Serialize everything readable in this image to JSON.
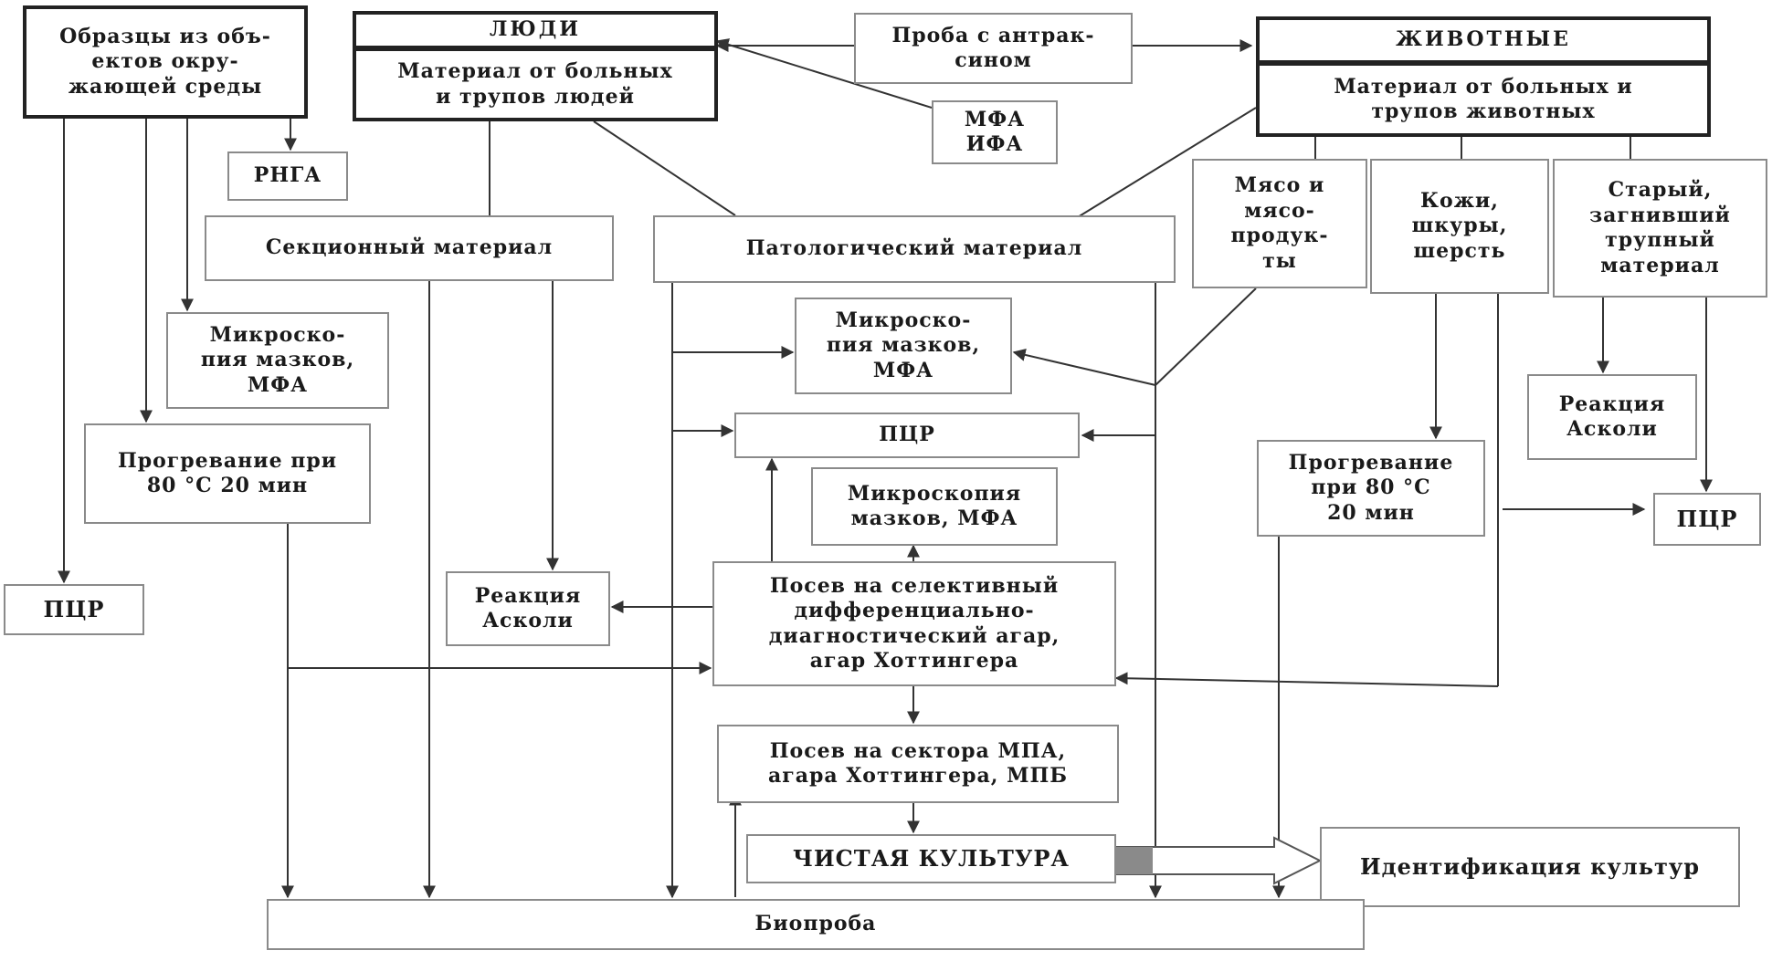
{
  "boxes": {
    "env_samples": "Образцы из объ-\nектов окру-\nжающей среды",
    "people_title": "ЛЮДИ",
    "people_material": "Материал от больных\nи трупов людей",
    "anthrax_probe": "Проба с антрак-\nсином",
    "animals_title": "ЖИВОТНЫЕ",
    "animals_material": "Материал от больных и\nтрупов животных",
    "mfa_ifa": "МФА\nИФА",
    "rnga": "РНГА",
    "sectional_material": "Секционный материал",
    "pathological_material": "Патологический материал",
    "meat": "Мясо и\nмясо-\nпродук-\nты",
    "skins": "Кожи,\nшкуры,\nшерсть",
    "old_material": "Старый,\nзагнивший\nтрупный\nматериал",
    "microscopy_left": "Микроско-\nпия мазков,\nМФА",
    "microscopy_center": "Микроско-\nпия мазков,\nМФА",
    "heating_left": "Прогревание при\n80 °С 20 мин",
    "pcr_center": "ПЦР",
    "ascoli_right": "Реакция\nАсколи",
    "heating_right": "Прогревание\nпри 80 °С\n20 мин",
    "microscopy_lower": "Микроскопия\nмазков, МФА",
    "pcr_right": "ПЦР",
    "pcr_left": "ПЦР",
    "ascoli_left": "Реакция\nАсколи",
    "selective_agar": "Посев на селективный\nдифференциально-\nдиагностический агар,\nагар Хоттингера",
    "sector_seeding": "Посев на сектора МПА,\nагара Хоттингера, МПБ",
    "pure_culture": "ЧИСТАЯ КУЛЬТУРА",
    "identification": "Идентификация культур",
    "bioassay": "Биопроба"
  }
}
